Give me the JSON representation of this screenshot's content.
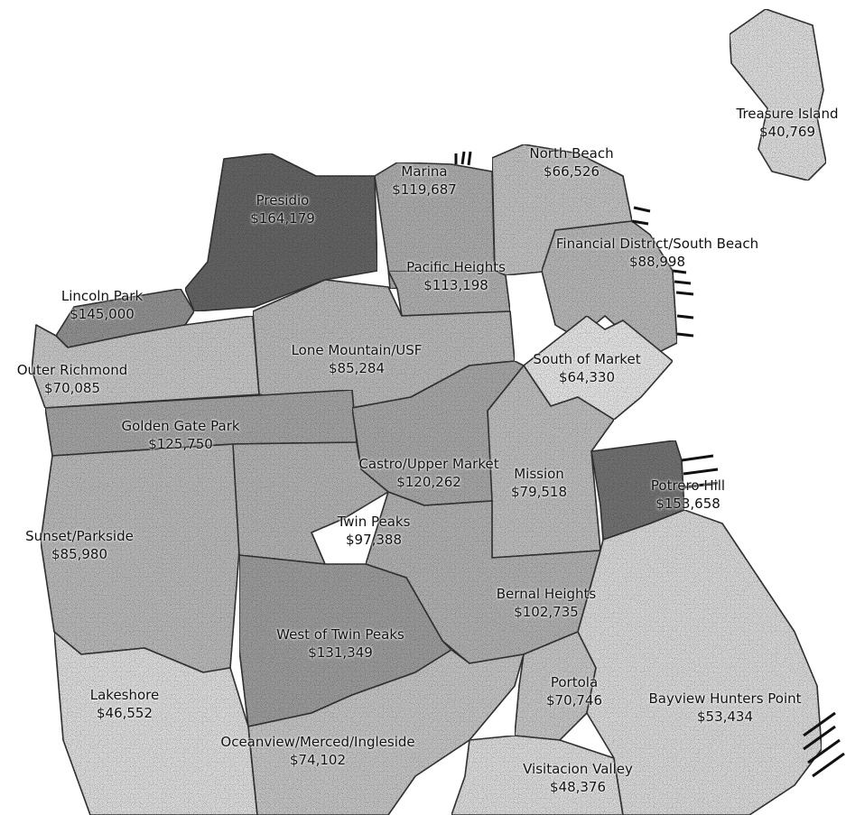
{
  "map": {
    "neighborhoods": [
      {
        "id": "treasure-island",
        "name": "Treasure Island",
        "income": "$40,769",
        "shade": "#ececec"
      },
      {
        "id": "north-beach",
        "name": "North Beach",
        "income": "$66,526",
        "shade": "#cfcfcf"
      },
      {
        "id": "marina",
        "name": "Marina",
        "income": "$119,687",
        "shade": "#b9b9b9"
      },
      {
        "id": "presidio",
        "name": "Presidio",
        "income": "$164,179",
        "shade": "#6d6d6d"
      },
      {
        "id": "financial-district",
        "name": "Financial District/South Beach",
        "income": "$88,998",
        "shade": "#c4c4c4"
      },
      {
        "id": "pacific-heights",
        "name": "Pacific Heights",
        "income": "$113,198",
        "shade": "#bcbcbc"
      },
      {
        "id": "lincoln-park",
        "name": "Lincoln Park",
        "income": "$145,000",
        "shade": "#9c9c9c"
      },
      {
        "id": "lone-mountain",
        "name": "Lone Mountain/USF",
        "income": "$85,284",
        "shade": "#c6c6c6"
      },
      {
        "id": "south-of-market",
        "name": "South of Market",
        "income": "$64,330",
        "shade": "#f4f4f4"
      },
      {
        "id": "outer-richmond",
        "name": "Outer Richmond",
        "income": "$70,085",
        "shade": "#d4d4d4"
      },
      {
        "id": "golden-gate-park",
        "name": "Golden Gate Park",
        "income": "$125,750",
        "shade": "#b0b0b0"
      },
      {
        "id": "castro",
        "name": "Castro/Upper Market",
        "income": "$120,262",
        "shade": "#b4b4b4"
      },
      {
        "id": "mission",
        "name": "Mission",
        "income": "$79,518",
        "shade": "#cbcbcb"
      },
      {
        "id": "potrero-hill",
        "name": "Potrero Hill",
        "income": "$153,658",
        "shade": "#7b7b7b"
      },
      {
        "id": "twin-peaks",
        "name": "Twin Peaks",
        "income": "$97,388",
        "shade": "#c0c0c0"
      },
      {
        "id": "sunset",
        "name": "Sunset/Parkside",
        "income": "$85,980",
        "shade": "#c6c6c6"
      },
      {
        "id": "bernal-heights",
        "name": "Bernal Heights",
        "income": "$102,735",
        "shade": "#bebebe"
      },
      {
        "id": "west-of-twin-peaks",
        "name": "West of Twin Peaks",
        "income": "$131,349",
        "shade": "#a8a8a8"
      },
      {
        "id": "lakeshore",
        "name": "Lakeshore",
        "income": "$46,552",
        "shade": "#ececec"
      },
      {
        "id": "portola",
        "name": "Portola",
        "income": "$70,746",
        "shade": "#d4d4d4"
      },
      {
        "id": "bayview",
        "name": "Bayview Hunters Point",
        "income": "$53,434",
        "shade": "#e8e8e8"
      },
      {
        "id": "oceanview",
        "name": "Oceanview/Merced/Ingleside",
        "income": "$74,102",
        "shade": "#d2d2d2"
      },
      {
        "id": "visitacion-valley",
        "name": "Visitacion Valley",
        "income": "$48,376",
        "shade": "#eaeaea"
      }
    ]
  }
}
